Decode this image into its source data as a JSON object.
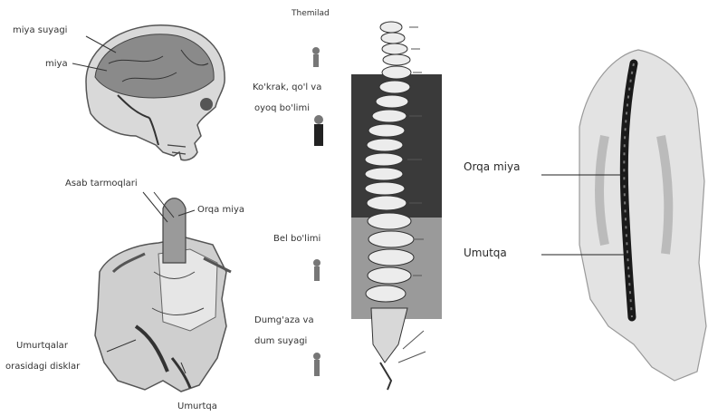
{
  "skull": {
    "label_brain_lining": "miya suyagi",
    "label_brain": "miya"
  },
  "vertebra": {
    "label_nerves": "Asab tarmoqlari",
    "label_spinal_cord": "Orqa miya",
    "label_discs_line1": "Umurtqalar",
    "label_discs_line2": "orasidagi disklar",
    "label_vertebra": "Umurtqa"
  },
  "spine_column": {
    "label_top": "Themilad",
    "label_chest_line1": "Ko'krak, qo'l va",
    "label_chest_line2": "oyoq bo'limi",
    "label_lumbar": "Bel bo'limi",
    "label_sacrum_line1": "Dumg'aza va",
    "label_sacrum_line2": "dum suyagi"
  },
  "back": {
    "label_spinal_cord": "Orqa miya",
    "label_vertebra": "Umutqa"
  }
}
